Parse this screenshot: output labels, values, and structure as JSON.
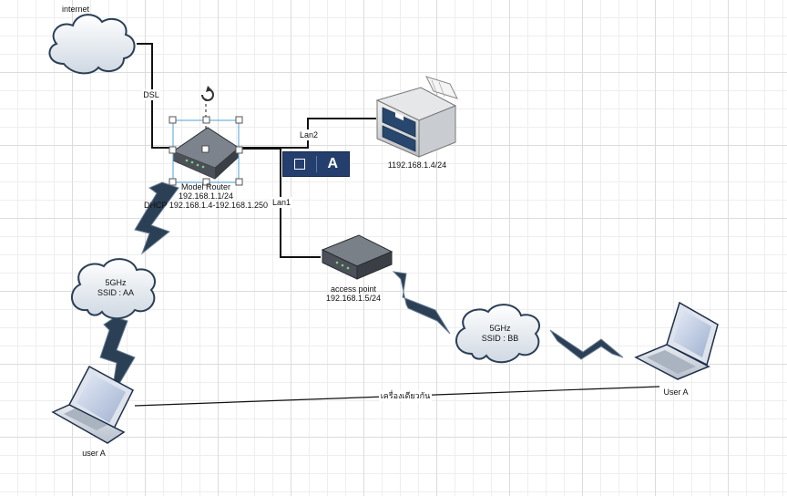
{
  "nodes": {
    "internet": {
      "label": "internet"
    },
    "router": {
      "label_lines": [
        "Model Router",
        "192.168.1.1/24",
        "DHCP 192.168.1.4-192.168.1.250"
      ]
    },
    "printer": {
      "label": "1192.168.1.4/24"
    },
    "access_point": {
      "label_lines": [
        "access point",
        "192.168.1.5/24"
      ]
    },
    "cloud_aa": {
      "label_lines": [
        "5GHz",
        "SSID : AA"
      ]
    },
    "cloud_bb": {
      "label_lines": [
        "5GHz",
        "SSID : BB"
      ]
    },
    "laptop_left": {
      "label": "user A"
    },
    "laptop_right": {
      "label": "User A"
    }
  },
  "edges": {
    "dsl": {
      "label": "DSL"
    },
    "lan2": {
      "label": "Lan2"
    },
    "lan1": {
      "label": "Lan1"
    },
    "same_device": {
      "label": "เครื่องเดียวกัน"
    }
  },
  "toolbar": {
    "left_icon": "square-icon",
    "right_label": "A"
  },
  "colors": {
    "selection": "#4fa3d9",
    "toolbar": "#243f6e",
    "cloud_stroke": "#2b3f55"
  }
}
